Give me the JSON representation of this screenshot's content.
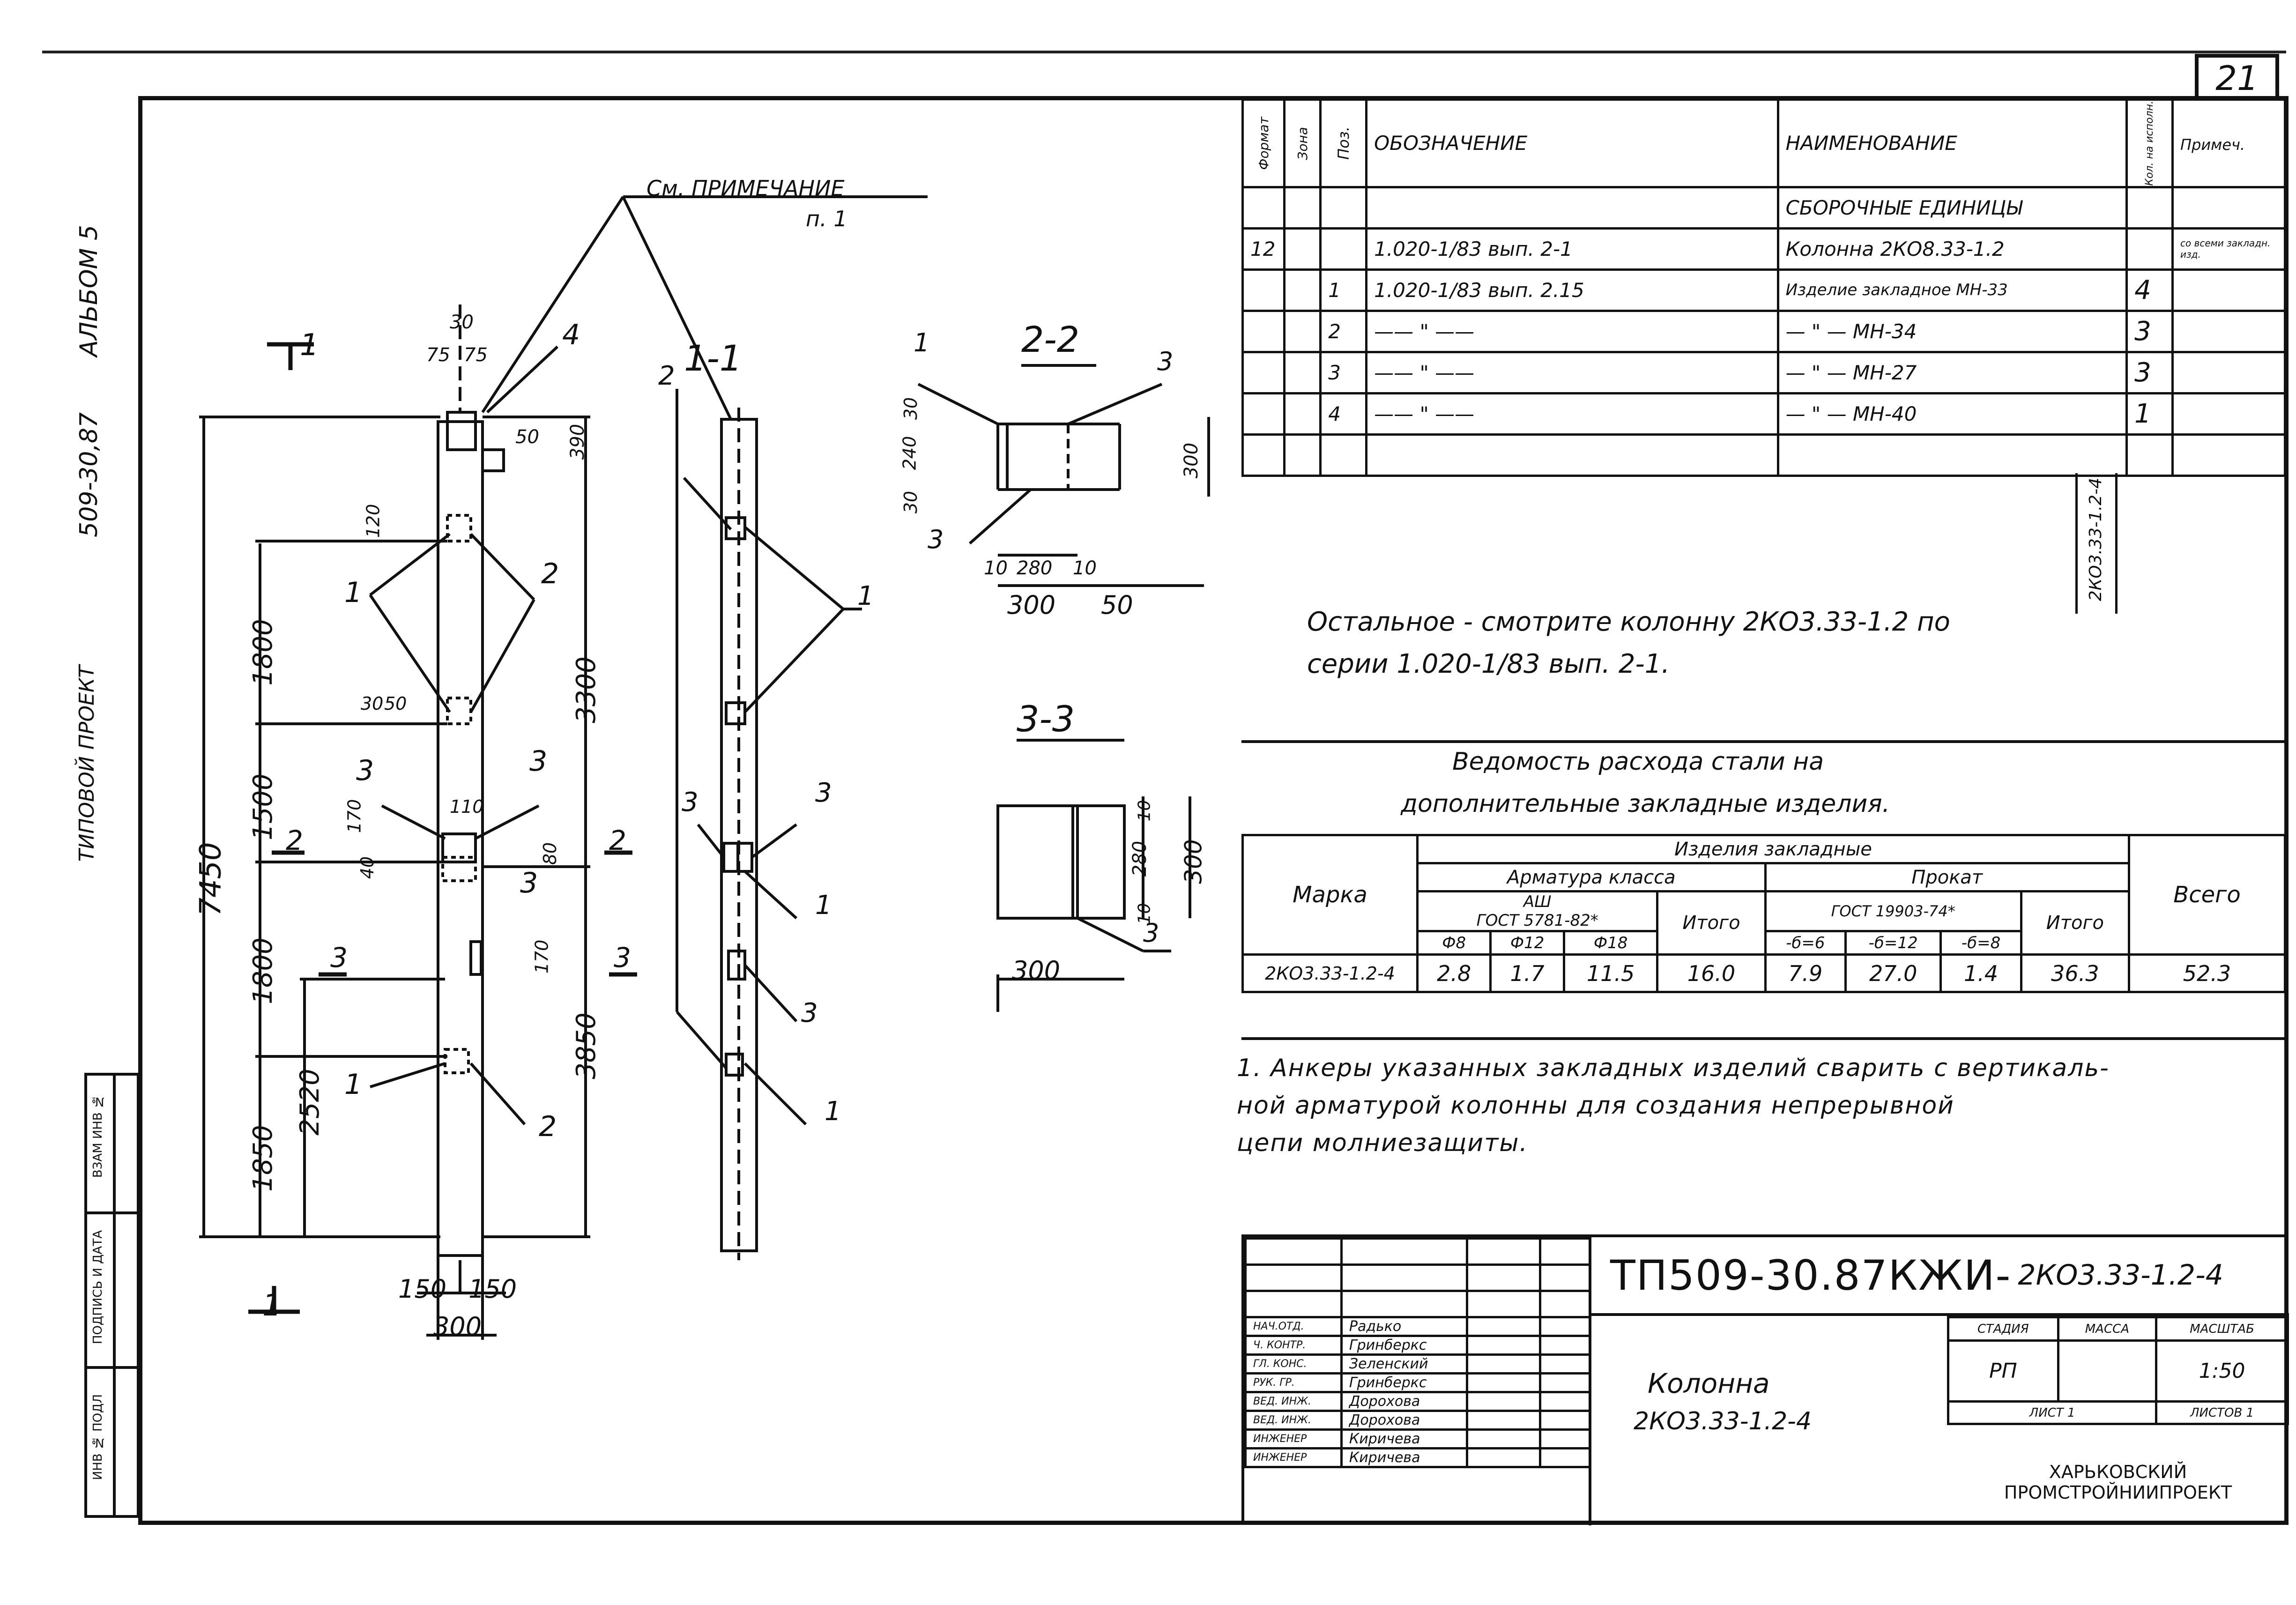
{
  "sheet": {
    "page_number": "21",
    "album": "АЛЬБОМ 5",
    "project_label": "ТИПОВОЙ ПРОЕКТ",
    "project_code": "509-30,87"
  },
  "left_stamp": {
    "cells": [
      "ВЗАМ ИНВ №",
      "ПОДПИСЬ И ДАТА",
      "ИНВ № ПОДЛ"
    ]
  },
  "drawing": {
    "note_ref": "См. ПРИМЕЧАНИЕ",
    "note_ref_item": "п. 1",
    "section_labels": {
      "s11": "1-1",
      "s22": "2-2",
      "s33": "3-3",
      "main_bottom": "1",
      "main_top": "1",
      "cut2_left": "2",
      "cut2_right": "2",
      "cut3_left": "3",
      "cut3_right": "3"
    },
    "dims_main": {
      "overall": "7450",
      "d1800a": "1800",
      "d1500": "1500",
      "d1800b": "1800",
      "d1850": "1850",
      "d2520": "2520",
      "d3300": "3300",
      "d3850": "3850",
      "top_30": "30",
      "top_75a": "75",
      "top_75b": "75",
      "d390": "390",
      "d50": "50",
      "d150a": "150",
      "d150b": "150",
      "d300": "300",
      "d170a": "170",
      "d170b": "170",
      "d110": "110",
      "d120": "120",
      "d30": "30",
      "d50b": "50",
      "d80": "80",
      "d40": "40"
    },
    "pos_labels": {
      "p4": "4",
      "p1a": "1",
      "p2a": "2",
      "p3a": "3",
      "p3b": "3",
      "p3c": "3",
      "p1b": "1",
      "p2b": "2",
      "s_p2": "2",
      "s_p1": "1",
      "s_p3a": "3",
      "s_p3b": "3",
      "s_p1b": "1",
      "s_p3c": "3",
      "s_p1c": "1"
    },
    "dims_22": {
      "d30": "30",
      "d240": "240",
      "d30b": "30",
      "d300": "300",
      "d10a": "10",
      "d280": "280",
      "d10b": "10",
      "d300b": "300",
      "d50": "50",
      "p1": "1",
      "p3a": "3",
      "p3b": "3"
    },
    "dims_33": {
      "d10": "10",
      "d280": "280",
      "d10b": "10",
      "d300": "300",
      "d300b": "300",
      "p3": "3"
    }
  },
  "spec_table": {
    "headers": {
      "format": "Формат",
      "zone": "Зона",
      "pos": "Поз.",
      "designation": "ОБОЗНАЧЕНИЕ",
      "name": "НАИМЕНОВАНИЕ",
      "qty": "Кол. на исполн.",
      "note": "Примеч."
    },
    "section_title": "СБОРОЧНЫЕ ЕДИНИЦЫ",
    "rows": [
      {
        "format": "12",
        "zone": "",
        "pos": "",
        "designation": "1.020-1/83 вып. 2-1",
        "name": "Колонна 2КО8.33-1.2",
        "qty": "",
        "note": "со всеми закладн. изд."
      },
      {
        "format": "",
        "zone": "",
        "pos": "1",
        "designation": "1.020-1/83 вып. 2.15",
        "name": "Изделие закладное МН-33",
        "qty": "4",
        "note": ""
      },
      {
        "format": "",
        "zone": "",
        "pos": "2",
        "designation": "—— \" ——",
        "name": "— \" —          МН-34",
        "qty": "3",
        "note": ""
      },
      {
        "format": "",
        "zone": "",
        "pos": "3",
        "designation": "—— \" ——",
        "name": "— \" —          МН-27",
        "qty": "3",
        "note": ""
      },
      {
        "format": "",
        "zone": "",
        "pos": "4",
        "designation": "—— \" ——",
        "name": "— \" —          МН-40",
        "qty": "1",
        "note": ""
      },
      {
        "format": "",
        "zone": "",
        "pos": "",
        "designation": "",
        "name": "",
        "qty": "",
        "note": ""
      }
    ],
    "qty_side_label": "2КО3.33-1.2-4"
  },
  "remark": {
    "line1": "Остальное - смотрите колонну 2КО3.33-1.2 по",
    "line2": "серии 1.020-1/83 вып. 2-1."
  },
  "steel_table": {
    "title1": "Ведомость расхода стали на",
    "title2": "дополнительные закладные изделия.",
    "marka": "Марка",
    "group": "Изделия закладные",
    "armatura": "Арматура класса",
    "prokat": "Прокат",
    "a3": "АШ",
    "gost_a": "ГОСТ 5781-82*",
    "gost_p": "ГОСТ 19903-74*",
    "d8": "Ф8",
    "d12": "Ф12",
    "d18": "Ф18",
    "t6": "-б=6",
    "t12": "-б=12",
    "t8": "-б=8",
    "itogo": "Итого",
    "itogo2": "Итого",
    "vsego": "Всего",
    "row": {
      "marka": "2КО3.33-1.2-4",
      "d8": "2.8",
      "d12": "1.7",
      "d18": "11.5",
      "itogo_a": "16.0",
      "t6": "7.9",
      "t12": "27.0",
      "t8": "1.4",
      "itogo_p": "36.3",
      "vsego": "52.3"
    }
  },
  "notes": {
    "line1": "1. Анкеры указанных закладных изделий сварить с вертикаль-",
    "line2": "ной арматурой колонны для создания непрерывной",
    "line3": "цепи молниезащиты."
  },
  "title_block": {
    "code": "ТП509-30.87КЖИ-",
    "code_suffix": "2КО3.33-1.2-4",
    "element_name": "Колонна",
    "element_mark": "2КО3.33-1.2-4",
    "stage_h": "СТАДИЯ",
    "mass_h": "МАССА",
    "scale_h": "МАСШТАБ",
    "stage": "РП",
    "scale": "1:50",
    "sheet_label": "ЛИСТ 1",
    "sheets_label": "ЛИСТОВ 1",
    "org1": "ХАРЬКОВСКИЙ",
    "org2": "ПРОМСТРОЙНИИПРОЕКТ",
    "people": [
      {
        "role": "НАЧ.ОТД.",
        "name": "Радько"
      },
      {
        "role": "Ч. КОНТР.",
        "name": "Гринберкс"
      },
      {
        "role": "ГЛ. КОНС.",
        "name": "Зеленский"
      },
      {
        "role": "РУК. ГР.",
        "name": "Гринберкс"
      },
      {
        "role": "ВЕД. ИНЖ.",
        "name": "Дорохова"
      },
      {
        "role": "ВЕД. ИНЖ.",
        "name": "Дорохова"
      },
      {
        "role": "ИНЖЕНЕР",
        "name": "Киричева"
      },
      {
        "role": "ИНЖЕНЕР",
        "name": "Киричева"
      }
    ]
  }
}
